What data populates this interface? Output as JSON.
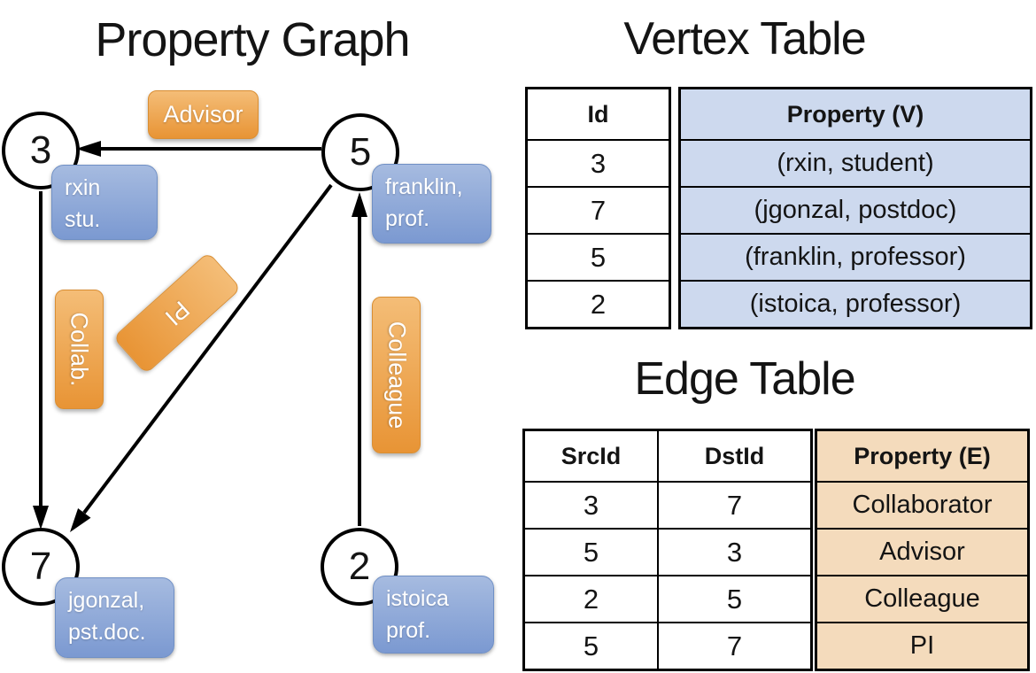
{
  "colors": {
    "node_fill_top": "#a6bbe0",
    "node_fill_bottom": "#7b99d1",
    "node_border": "#7090c5",
    "label_fill_top": "#f4bd77",
    "label_fill_bottom": "#e89435",
    "label_border": "#d98e33",
    "vertex_property_fill": "#cdd9ee",
    "edge_property_fill": "#f4dbbc",
    "line_color": "#000000",
    "text_dark": "#141414"
  },
  "graph": {
    "title": "Property Graph",
    "nodes": [
      {
        "id": "3",
        "line1": "rxin",
        "line2": "stu."
      },
      {
        "id": "5",
        "line1": "franklin,",
        "line2": "prof."
      },
      {
        "id": "7",
        "line1": "jgonzal,",
        "line2": "pst.doc."
      },
      {
        "id": "2",
        "line1": "istoica",
        "line2": "prof."
      }
    ],
    "edge_labels": {
      "advisor": "Advisor",
      "collab": "Collab.",
      "pi": "PI",
      "colleague": "Colleague"
    }
  },
  "vertex_table": {
    "title": "Vertex Table",
    "id_header": "Id",
    "property_header": "Property (V)",
    "rows": [
      {
        "id": "3",
        "property": "(rxin, student)"
      },
      {
        "id": "7",
        "property": "(jgonzal, postdoc)"
      },
      {
        "id": "5",
        "property": "(franklin, professor)"
      },
      {
        "id": "2",
        "property": "(istoica, professor)"
      }
    ]
  },
  "edge_table": {
    "title": "Edge Table",
    "src_header": "SrcId",
    "dst_header": "DstId",
    "property_header": "Property (E)",
    "rows": [
      {
        "src": "3",
        "dst": "7",
        "property": "Collaborator"
      },
      {
        "src": "5",
        "dst": "3",
        "property": "Advisor"
      },
      {
        "src": "2",
        "dst": "5",
        "property": "Colleague"
      },
      {
        "src": "5",
        "dst": "7",
        "property": "PI"
      }
    ]
  }
}
